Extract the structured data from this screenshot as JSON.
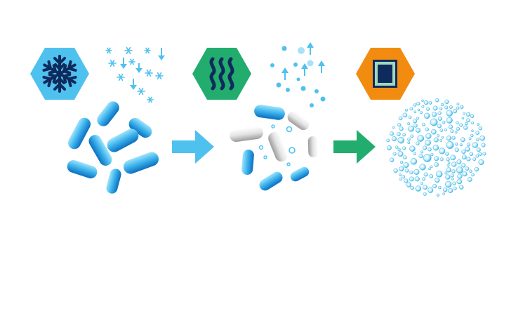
{
  "stages": [
    {
      "name": "freeze",
      "icon": "snowflake-icon",
      "hex_color": "#4fc1ef",
      "glyph_color": "#0f2a5c"
    },
    {
      "name": "dry",
      "icon": "heat-waves-icon",
      "hex_color": "#22ad6e",
      "glyph_color": "#0f2a5c"
    },
    {
      "name": "package",
      "icon": "capsule-package-icon",
      "hex_color": "#f28c10",
      "glyph_color": "#0f2a5c"
    }
  ],
  "arrows": [
    {
      "icon": "arrow-right-icon",
      "color": "#4fc1ef"
    },
    {
      "icon": "arrow-right-icon",
      "color": "#22ad6e"
    }
  ],
  "palette": {
    "bacteria_blue_light": "#7fd6f7",
    "bacteria_blue_dark": "#0a7fcf",
    "bacteria_gray_light": "#f0f0f0",
    "bacteria_gray_dark": "#a8a8a8",
    "bubble_fill": "#d9f3fc",
    "bubble_edge": "#45b9e8",
    "capsule_inner": "#9fd8bd"
  }
}
